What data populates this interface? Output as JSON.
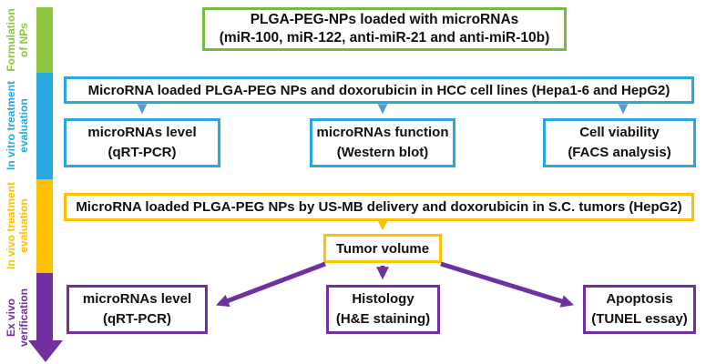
{
  "sidebar": {
    "phases": [
      {
        "label_line1": "Formulation",
        "label_line2": "of NPs",
        "color": "#8DC63F"
      },
      {
        "label_line1": "In vitro treatment",
        "label_line2": "evaluation",
        "color": "#29A8E0"
      },
      {
        "label_line1": "In vivo treatment",
        "label_line2": "evaluation",
        "color": "#FFC000"
      },
      {
        "label_line1": "Ex vivo",
        "label_line2": "verification",
        "color": "#7030A0"
      }
    ]
  },
  "boxes": {
    "formulation": {
      "line1": "PLGA-PEG-NPs loaded with microRNAs",
      "line2": "(miR-100, miR-122, anti-miR-21 and anti-miR-10b)",
      "border_color": "#77B943"
    },
    "invitro_main": {
      "text": "MicroRNA loaded PLGA-PEG NPs and doxorubicin in HCC cell lines (Hepa1-6 and HepG2)",
      "border_color": "#29A8E0"
    },
    "invitro_children": [
      {
        "line1": "microRNAs level",
        "line2": "(qRT-PCR)"
      },
      {
        "line1": "microRNAs function",
        "line2": "(Western blot)"
      },
      {
        "line1": "Cell viability",
        "line2": "(FACS analysis)"
      }
    ],
    "invivo_main": {
      "text": "MicroRNA loaded PLGA-PEG NPs by US-MB delivery and doxorubicin in S.C. tumors (HepG2)",
      "border_color": "#FFC000"
    },
    "tumor_volume": {
      "text": "Tumor volume",
      "border_color": "#FFC000"
    },
    "exvivo_children": [
      {
        "line1": "microRNAs level",
        "line2": "(qRT-PCR)"
      },
      {
        "line1": "Histology",
        "line2": "(H&E staining)"
      },
      {
        "line1": "Apoptosis",
        "line2": "(TUNEL essay)"
      }
    ]
  },
  "arrow_colors": {
    "invitro": "#5B9BD5",
    "invivo": "#FFC000",
    "exvivo": "#7030A0"
  }
}
